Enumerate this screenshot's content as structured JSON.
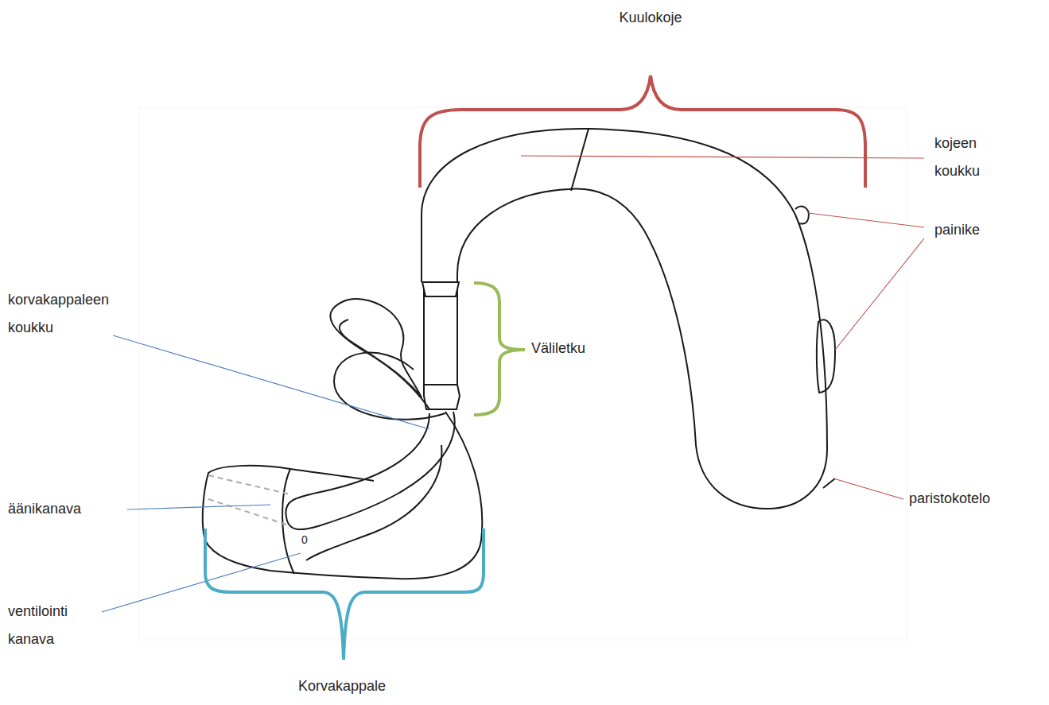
{
  "diagram": {
    "labels": [
      "Kuulokoje",
      "kojeen koukku",
      "painike",
      "korvakappaleen koukku",
      "Väliletku",
      "äänikanava",
      "paristokotelo",
      "0",
      "ventilointi kanava",
      "Korvakappale"
    ]
  }
}
